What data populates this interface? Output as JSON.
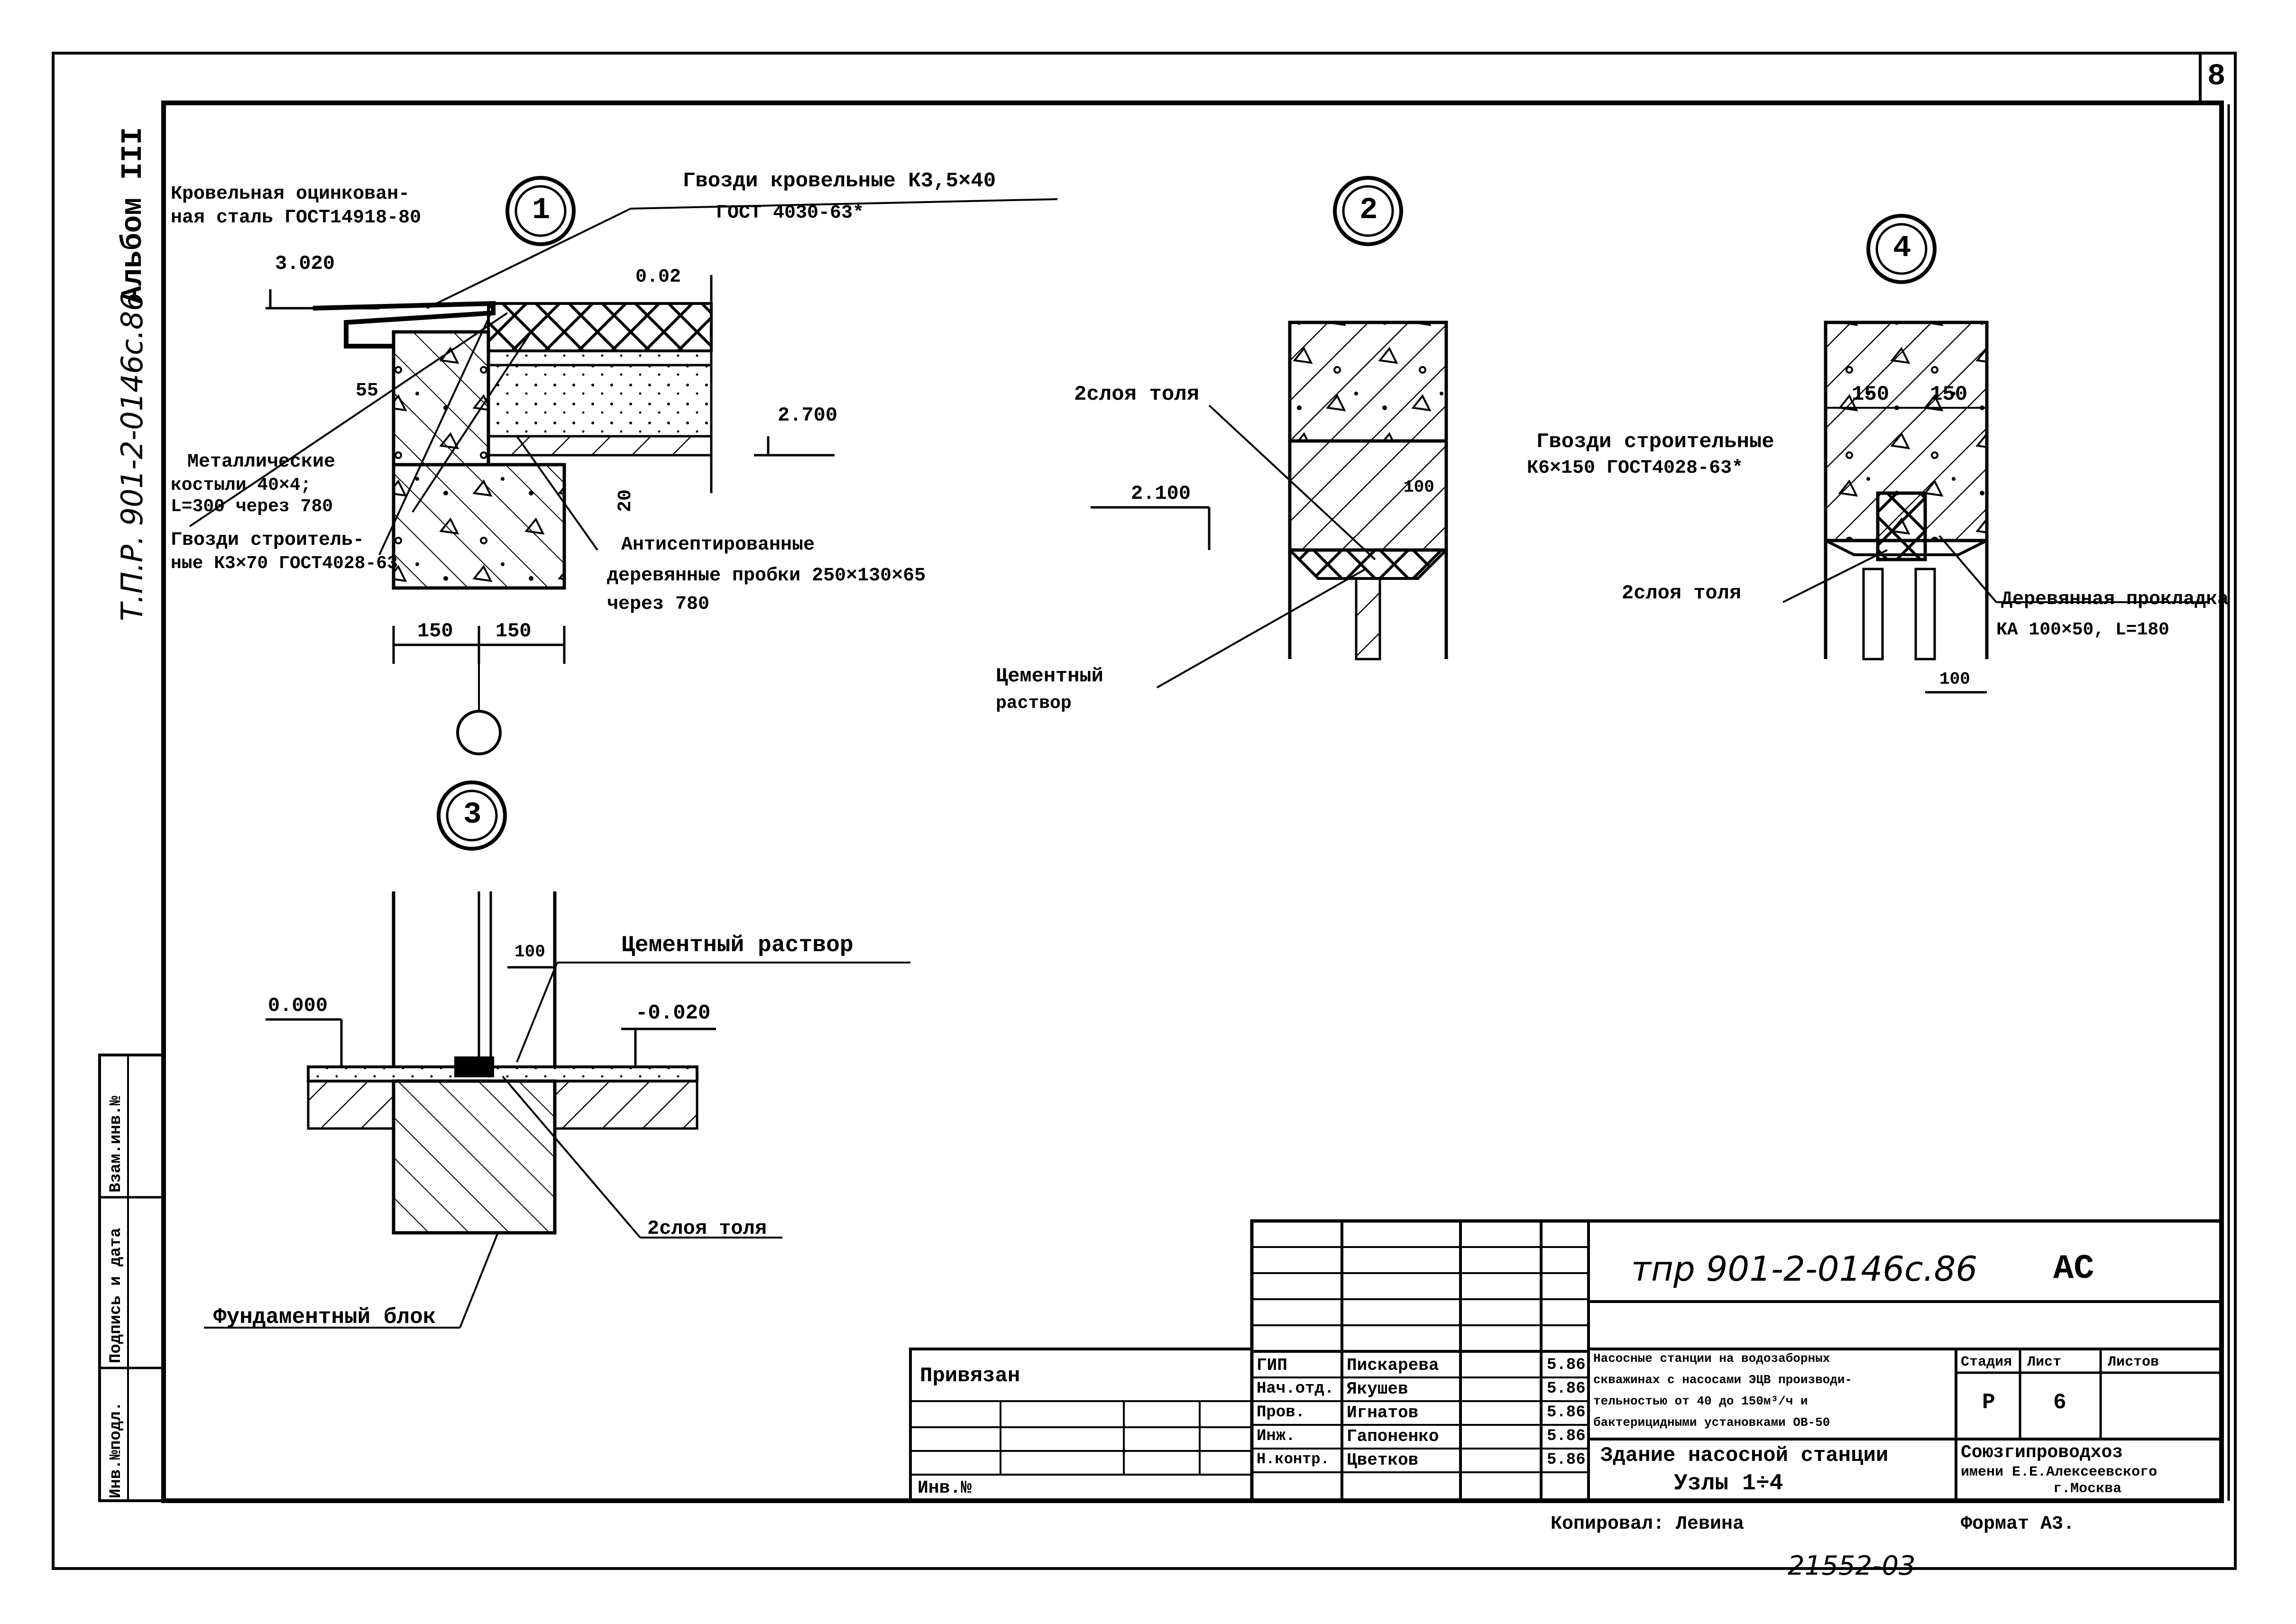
{
  "sheet": {
    "page_number": "8",
    "album": "Альбом III",
    "project_code_side": "Т.П.Р. 901-2-0146с.86",
    "side_stamp": [
      "Инв.№подл.",
      "Подпись и дата",
      "Взам.инв.№"
    ]
  },
  "node1": {
    "marker": "1",
    "roof_steel": [
      "Кровельная оцинкован-",
      "ная сталь ГОСТ14918-80"
    ],
    "roof_nails": [
      "Гвозди кровельные К3,5×40",
      "ГОСТ 4030-63*"
    ],
    "level_top": "3.020",
    "slope": "0.02",
    "dim_55": "55",
    "level_2700": "2.700",
    "dim_20": "20",
    "metal_anchors": [
      "Металлические",
      "костыли 40×4;",
      "L=300 через 780"
    ],
    "build_nails": [
      "Гвозди строитель-",
      "ные К3×70 ГОСТ4028-63"
    ],
    "antiseptic": [
      "Антисептированные",
      "деревянные пробки 250×130×65",
      "через 780"
    ],
    "dim_left": "150",
    "dim_right": "150"
  },
  "node2": {
    "marker": "2",
    "two_layers": "2слоя толя",
    "level": "2.100",
    "dim_100": "100",
    "cement": [
      "Цементный",
      "раствор"
    ]
  },
  "node3": {
    "marker": "3",
    "dim_100": "100",
    "cement": "Цементный раствор",
    "level_zero": "0.000",
    "level_minus": "-0.020",
    "two_layers": "2слоя толя",
    "found_block": "Фундаментный блок"
  },
  "node4": {
    "marker": "4",
    "dim_a": "150",
    "dim_b": "150",
    "build_nails": [
      "Гвозди строительные",
      "К6×150 ГОСТ4028-63*"
    ],
    "two_layers": "2слоя толя",
    "wood_pad": [
      "Деревянная прокладка",
      "КА 100×50, L=180"
    ],
    "dim_100": "100"
  },
  "title_block": {
    "code": "тпр 901-2-0146с.86",
    "mark": "АС",
    "privyazan": "Привязан",
    "inv": "Инв.№",
    "roles": [
      "ГИП",
      "Нач.отд.",
      "Пров.",
      "Инж.",
      "Н.контр."
    ],
    "names": [
      "Пискарева",
      "Якушев",
      "Игнатов",
      "Гапоненко",
      "Цветков"
    ],
    "dates": [
      "5.86",
      "5.86",
      "5.86",
      "5.86",
      "5.86"
    ],
    "description": [
      "Насосные станции на водозаборных",
      "скважинах с насосами ЭЦВ производи-",
      "тельностью от 40 до 150м³/ч и",
      "бактерицидными установками ОВ-50"
    ],
    "sheet_title": [
      "Здание насосной станции",
      "Узлы 1÷4"
    ],
    "stage_label": "Стадия",
    "sheet_label": "Лист",
    "sheets_label": "Листов",
    "stage": "Р",
    "sheet": "6",
    "org": [
      "Союзгипроводхоз",
      "имени Е.Е.Алексеевского",
      "г.Москва"
    ],
    "copied": "Копировал: Левина",
    "format": "Формат А3.",
    "inventory_number": "21552-03"
  }
}
